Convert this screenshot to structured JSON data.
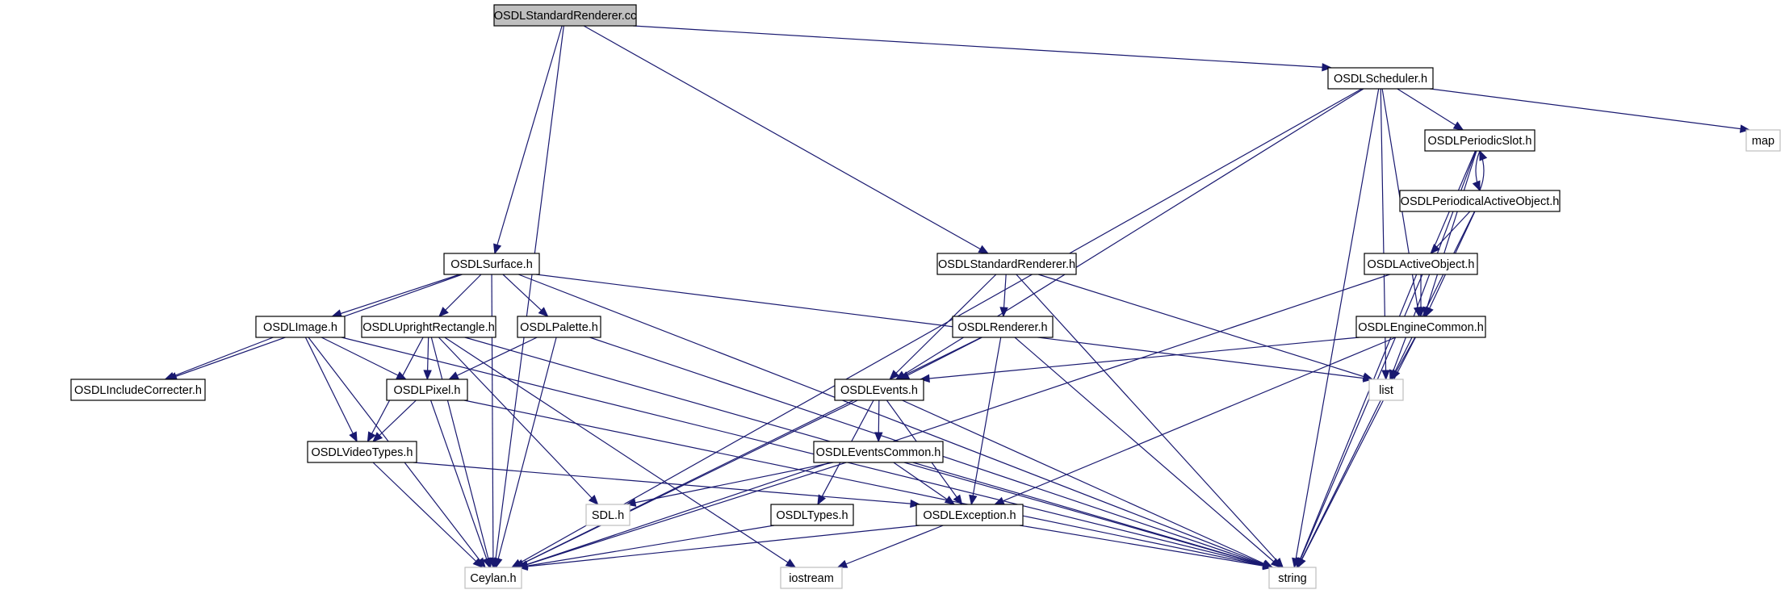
{
  "diagram": {
    "colors": {
      "edge": "#191970",
      "root_fill": "#bfbfbf",
      "external_border": "#bfbfbf",
      "node_border": "#000000"
    },
    "nodes": [
      {
        "id": "root",
        "label": "OSDLStandardRenderer.cc",
        "kind": "root"
      },
      {
        "id": "scheduler",
        "label": "OSDLScheduler.h",
        "kind": "header"
      },
      {
        "id": "map",
        "label": "map",
        "kind": "external"
      },
      {
        "id": "periodicslot",
        "label": "OSDLPeriodicSlot.h",
        "kind": "header"
      },
      {
        "id": "periodicalactive",
        "label": "OSDLPeriodicalActiveObject.h",
        "kind": "header"
      },
      {
        "id": "activeobject",
        "label": "OSDLActiveObject.h",
        "kind": "header"
      },
      {
        "id": "surface",
        "label": "OSDLSurface.h",
        "kind": "header"
      },
      {
        "id": "stdrenderer",
        "label": "OSDLStandardRenderer.h",
        "kind": "header"
      },
      {
        "id": "image",
        "label": "OSDLImage.h",
        "kind": "header"
      },
      {
        "id": "upright",
        "label": "OSDLUprightRectangle.h",
        "kind": "header"
      },
      {
        "id": "palette",
        "label": "OSDLPalette.h",
        "kind": "header"
      },
      {
        "id": "renderer",
        "label": "OSDLRenderer.h",
        "kind": "header"
      },
      {
        "id": "enginecommon",
        "label": "OSDLEngineCommon.h",
        "kind": "header"
      },
      {
        "id": "includecorr",
        "label": "OSDLIncludeCorrecter.h",
        "kind": "header"
      },
      {
        "id": "pixel",
        "label": "OSDLPixel.h",
        "kind": "header"
      },
      {
        "id": "events",
        "label": "OSDLEvents.h",
        "kind": "header"
      },
      {
        "id": "list",
        "label": "list",
        "kind": "external"
      },
      {
        "id": "videotypes",
        "label": "OSDLVideoTypes.h",
        "kind": "header"
      },
      {
        "id": "eventscommon",
        "label": "OSDLEventsCommon.h",
        "kind": "header"
      },
      {
        "id": "sdl",
        "label": "SDL.h",
        "kind": "external"
      },
      {
        "id": "types",
        "label": "OSDLTypes.h",
        "kind": "header"
      },
      {
        "id": "exception",
        "label": "OSDLException.h",
        "kind": "header"
      },
      {
        "id": "ceylan",
        "label": "Ceylan.h",
        "kind": "external"
      },
      {
        "id": "iostream",
        "label": "iostream",
        "kind": "external"
      },
      {
        "id": "string",
        "label": "string",
        "kind": "external"
      }
    ],
    "edges": [
      [
        "root",
        "ceylan"
      ],
      [
        "root",
        "surface"
      ],
      [
        "root",
        "stdrenderer"
      ],
      [
        "root",
        "scheduler"
      ],
      [
        "scheduler",
        "ceylan"
      ],
      [
        "scheduler",
        "events"
      ],
      [
        "scheduler",
        "enginecommon"
      ],
      [
        "scheduler",
        "periodicslot"
      ],
      [
        "scheduler",
        "list"
      ],
      [
        "scheduler",
        "string"
      ],
      [
        "scheduler",
        "map"
      ],
      [
        "periodicslot",
        "periodicalactive"
      ],
      [
        "periodicalactive",
        "periodicslot"
      ],
      [
        "periodicslot",
        "enginecommon"
      ],
      [
        "periodicslot",
        "list"
      ],
      [
        "periodicslot",
        "string"
      ],
      [
        "periodicalactive",
        "activeobject"
      ],
      [
        "periodicalactive",
        "enginecommon"
      ],
      [
        "periodicalactive",
        "string"
      ],
      [
        "activeobject",
        "enginecommon"
      ],
      [
        "activeobject",
        "ceylan"
      ],
      [
        "activeobject",
        "string"
      ],
      [
        "enginecommon",
        "events"
      ],
      [
        "enginecommon",
        "list"
      ],
      [
        "enginecommon",
        "exception"
      ],
      [
        "enginecommon",
        "string"
      ],
      [
        "surface",
        "image"
      ],
      [
        "surface",
        "upright"
      ],
      [
        "surface",
        "palette"
      ],
      [
        "surface",
        "includecorr"
      ],
      [
        "surface",
        "ceylan"
      ],
      [
        "surface",
        "list"
      ],
      [
        "surface",
        "string"
      ],
      [
        "stdrenderer",
        "renderer"
      ],
      [
        "stdrenderer",
        "events"
      ],
      [
        "stdrenderer",
        "list"
      ],
      [
        "stdrenderer",
        "string"
      ],
      [
        "image",
        "includecorr"
      ],
      [
        "image",
        "pixel"
      ],
      [
        "image",
        "videotypes"
      ],
      [
        "image",
        "ceylan"
      ],
      [
        "image",
        "string"
      ],
      [
        "upright",
        "pixel"
      ],
      [
        "upright",
        "videotypes"
      ],
      [
        "upright",
        "sdl"
      ],
      [
        "upright",
        "ceylan"
      ],
      [
        "upright",
        "iostream"
      ],
      [
        "upright",
        "string"
      ],
      [
        "palette",
        "pixel"
      ],
      [
        "palette",
        "ceylan"
      ],
      [
        "palette",
        "string"
      ],
      [
        "renderer",
        "events"
      ],
      [
        "renderer",
        "exception"
      ],
      [
        "renderer",
        "ceylan"
      ],
      [
        "renderer",
        "string"
      ],
      [
        "pixel",
        "videotypes"
      ],
      [
        "pixel",
        "ceylan"
      ],
      [
        "pixel",
        "string"
      ],
      [
        "videotypes",
        "exception"
      ],
      [
        "videotypes",
        "ceylan"
      ],
      [
        "events",
        "eventscommon"
      ],
      [
        "events",
        "types"
      ],
      [
        "events",
        "exception"
      ],
      [
        "events",
        "ceylan"
      ],
      [
        "events",
        "string"
      ],
      [
        "eventscommon",
        "sdl"
      ],
      [
        "eventscommon",
        "exception"
      ],
      [
        "eventscommon",
        "ceylan"
      ],
      [
        "eventscommon",
        "string"
      ],
      [
        "types",
        "ceylan"
      ],
      [
        "exception",
        "ceylan"
      ],
      [
        "exception",
        "iostream"
      ],
      [
        "exception",
        "string"
      ]
    ]
  }
}
